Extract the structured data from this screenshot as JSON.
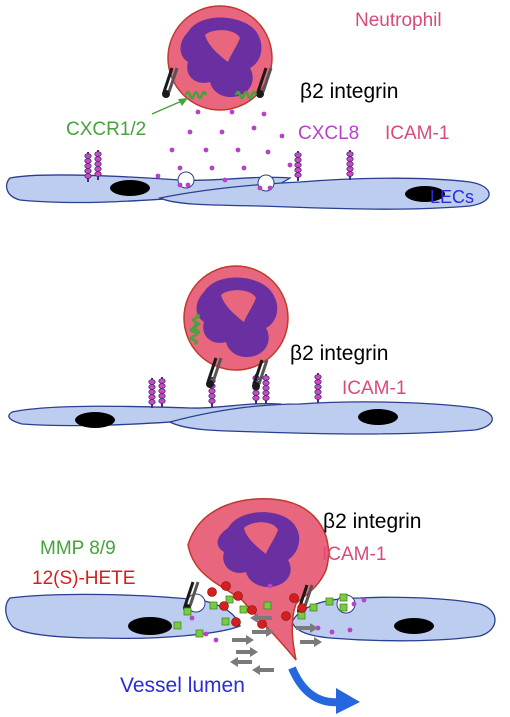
{
  "labels": {
    "neutrophil": "Neutrophil",
    "b2_top": "β2 integrin",
    "cxcr": "CXCR1/2",
    "cxcl8": "CXCL8",
    "icam_top": "ICAM-1",
    "lecs": "LECs",
    "b2_mid": "β2 integrin",
    "icam_mid": "ICAM-1",
    "b2_bot": "β2 integrin",
    "icam_bot": "ICAM-1",
    "mmp": "MMP 8/9",
    "hete": "12(S)-HETE",
    "vessel": "Vessel lumen"
  },
  "colors": {
    "neutrophil_body": "#e9677e",
    "neutrophil_edge": "#c0392b",
    "nucleus": "#6a2fa0",
    "cell": "#bccdf0",
    "cell_edge": "#2a3f8f",
    "cell_nucleus": "#000000",
    "green": "#44a33a",
    "magenta": "#b642c8",
    "pink_text": "#d94a7c",
    "red": "#d71e1e",
    "blue_text": "#2b2bd8",
    "arrow_blue": "#2667e0"
  }
}
